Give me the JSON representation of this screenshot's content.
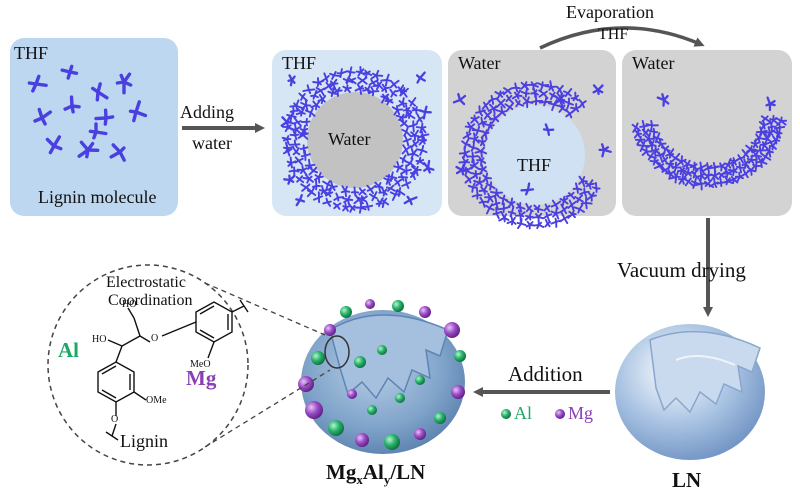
{
  "panel1": {
    "solvent": "THF",
    "caption": "Lignin molecule"
  },
  "arrow1": {
    "line1": "Adding",
    "line2": "water"
  },
  "panel2": {
    "outer": "THF",
    "inner": "Water"
  },
  "panel3": {
    "outer": "Water",
    "inner": "THF"
  },
  "panel4": {
    "outer": "Water"
  },
  "evaporation": {
    "line1": "Evaporation",
    "line2": "THF"
  },
  "vacuum": {
    "label": "Vacuum drying"
  },
  "ln": {
    "label": "LN"
  },
  "addition": {
    "label": "Addition",
    "al": "Al",
    "mg": "Mg"
  },
  "product": {
    "base1": "Mg",
    "sub1": "x",
    "base2": "Al",
    "sub2": "y",
    "suffix": "/LN"
  },
  "zoom": {
    "title1": "Electrostatic",
    "title2": "Coordination",
    "al": "Al",
    "mg": "Mg",
    "caption": "Lignin",
    "chem_ho1": "HO",
    "chem_ho2": "HO",
    "chem_o": "O",
    "chem_meo": "MeO",
    "chem_ome": "OMe",
    "chem_o2": "O"
  },
  "colors": {
    "lignin": "#4a3fe0",
    "panel_blue": "#bcd7ef",
    "panel_grey": "#d3d3d3",
    "al": "#1fa864",
    "mg": "#8b3fb5",
    "sphere": "#7fa3c9"
  }
}
